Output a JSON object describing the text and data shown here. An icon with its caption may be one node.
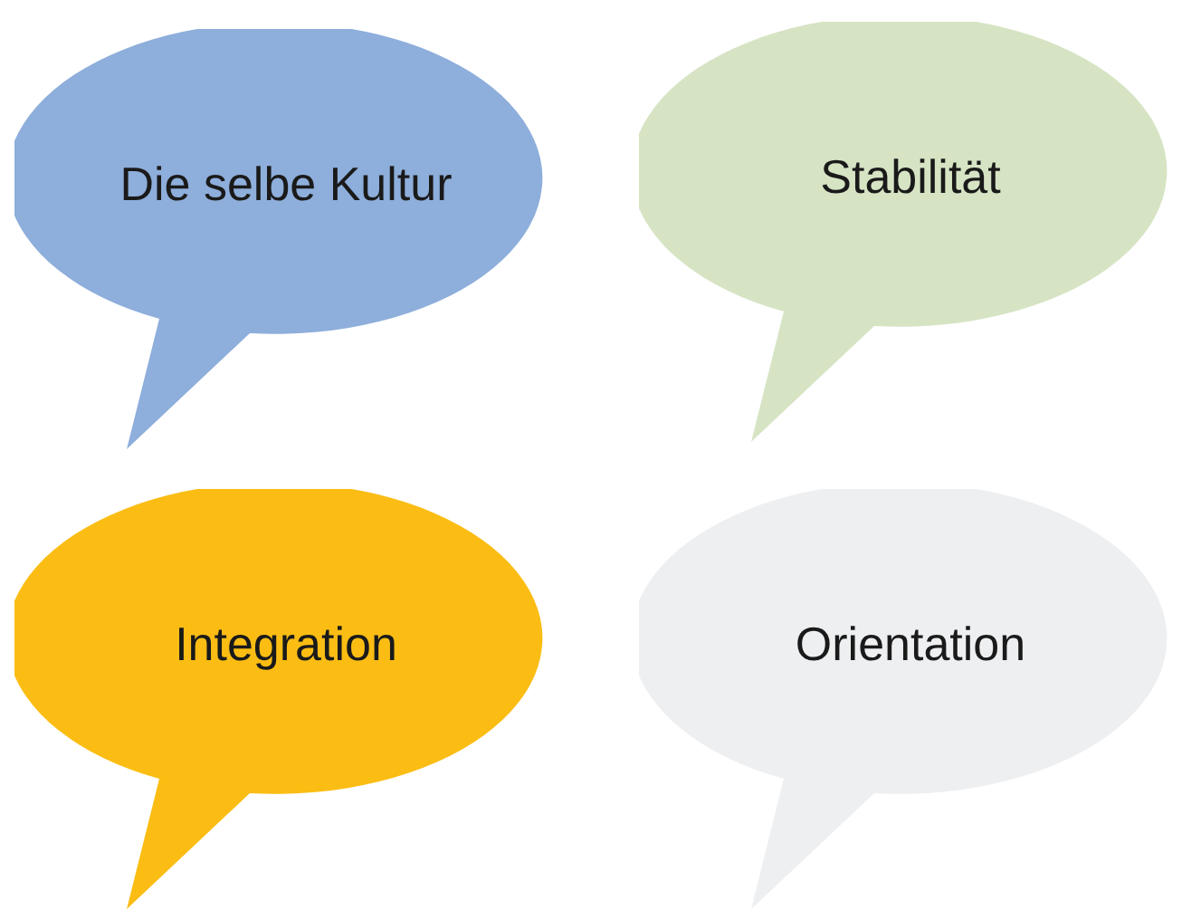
{
  "diagram": {
    "nodes": [
      {
        "text": [
          "Die selbe Kultur"
        ]
      },
      {
        "text": [
          "Stabilität"
        ]
      },
      {
        "text": [
          "Integration"
        ]
      },
      {
        "text": [
          "Orientation"
        ]
      }
    ]
  }
}
